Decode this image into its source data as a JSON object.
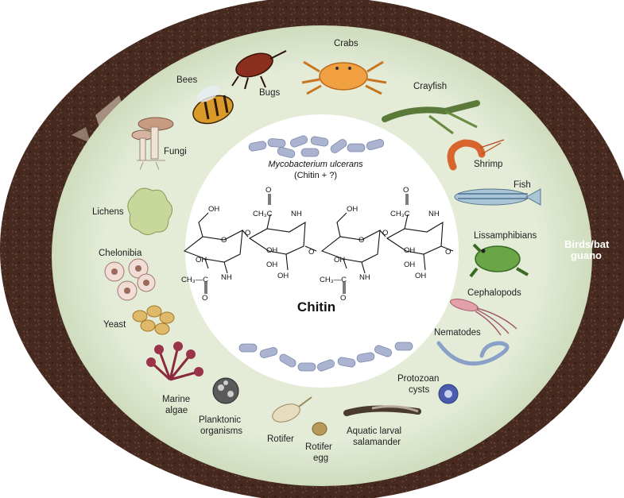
{
  "center": {
    "title": "Chitin",
    "organism": "Mycobacterium ulcerans",
    "note": "(Chitin + ?)"
  },
  "chem_labels": {
    "oh": "OH",
    "o": "O",
    "nh": "NH",
    "c": "C",
    "ch3c": "CH₃C",
    "ch3c_short": "CH₃—C"
  },
  "organisms": [
    {
      "id": "crabs",
      "label": "Crabs"
    },
    {
      "id": "bugs",
      "label": "Bugs"
    },
    {
      "id": "bees",
      "label": "Bees"
    },
    {
      "id": "crayfish",
      "label": "Crayfish"
    },
    {
      "id": "fungi",
      "label": "Fungi"
    },
    {
      "id": "shrimp",
      "label": "Shrimp"
    },
    {
      "id": "fish",
      "label": "Fish"
    },
    {
      "id": "lichens",
      "label": "Lichens"
    },
    {
      "id": "lissamphibians",
      "label": "Lissamphibians"
    },
    {
      "id": "chelonibia",
      "label": "Chelonibia"
    },
    {
      "id": "cephalopods",
      "label": "Cephalopods"
    },
    {
      "id": "yeast",
      "label": "Yeast"
    },
    {
      "id": "nematodes",
      "label": "Nematodes"
    },
    {
      "id": "protozoan_line1",
      "label": "Protozoan"
    },
    {
      "id": "protozoan_line2",
      "label": "cysts"
    },
    {
      "id": "marine_line1",
      "label": "Marine"
    },
    {
      "id": "marine_line2",
      "label": "algae"
    },
    {
      "id": "planktonic_line1",
      "label": "Planktonic"
    },
    {
      "id": "planktonic_line2",
      "label": "organisms"
    },
    {
      "id": "rotifer",
      "label": "Rotifer"
    },
    {
      "id": "rotifer_egg_line1",
      "label": "Rotifer"
    },
    {
      "id": "rotifer_egg_line2",
      "label": "egg"
    },
    {
      "id": "salamander_line1",
      "label": "Aquatic larval"
    },
    {
      "id": "salamander_line2",
      "label": "salamander"
    }
  ],
  "outside": {
    "guano_line1": "Birds/bat",
    "guano_line2": "guano"
  },
  "colors": {
    "soil": "#4a2c22",
    "ring": "#dde7cf",
    "center": "#ffffff",
    "bacteria": "#aab3cf"
  }
}
